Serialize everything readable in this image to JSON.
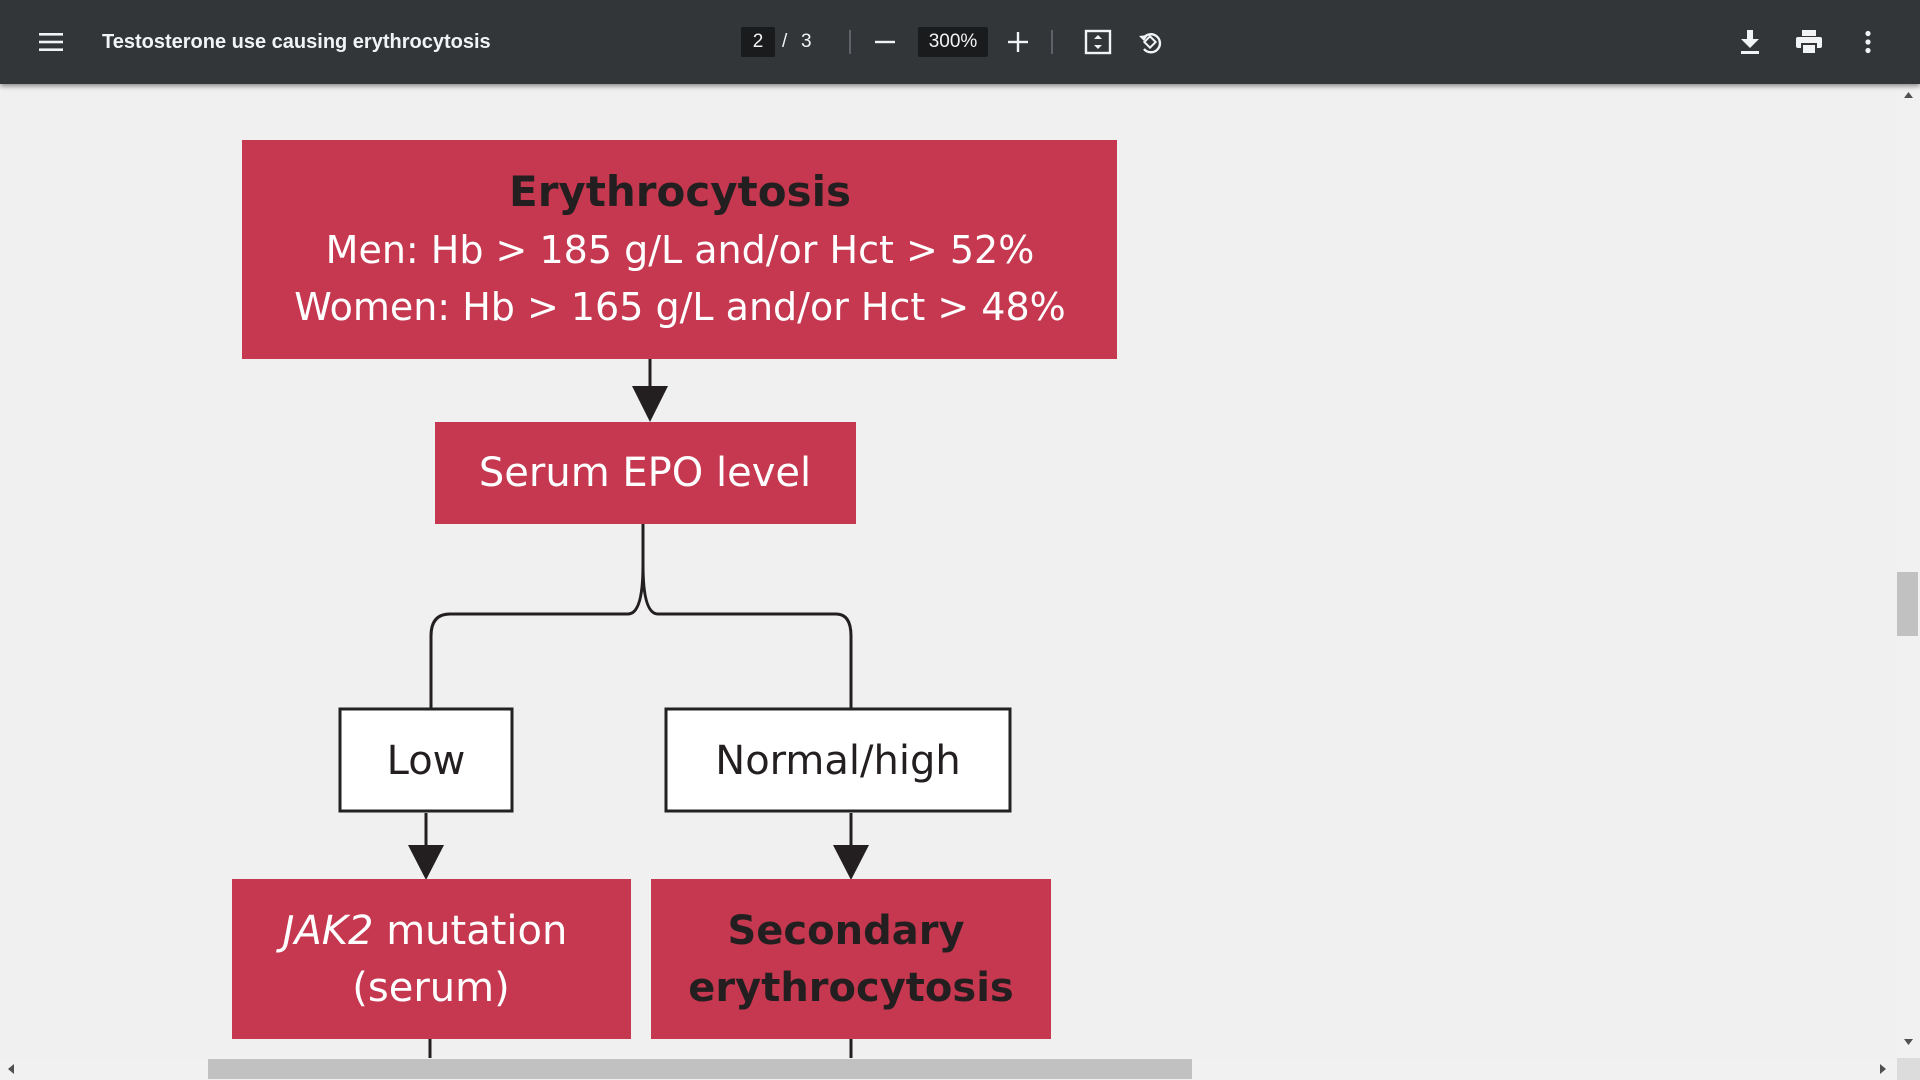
{
  "toolbar": {
    "title": "Testosterone use causing erythrocytosis",
    "current_page": "2",
    "page_separator": "/",
    "total_pages": "3",
    "zoom": "300%",
    "icons": {
      "menu": "menu-icon",
      "zoom_out": "minus-icon",
      "zoom_in": "plus-icon",
      "fit": "fit-page-icon",
      "rotate": "rotate-icon",
      "download": "download-icon",
      "print": "print-icon",
      "more": "more-vert-icon"
    }
  },
  "flowchart": {
    "top_box": {
      "title": "Erythrocytosis",
      "line1": "Men: Hb > 185 g/L and/or Hct > 52%",
      "line2": "Women: Hb > 165 g/L and/or Hct > 48%"
    },
    "epo_box": {
      "label": "Serum EPO level"
    },
    "low_box": {
      "label": "Low"
    },
    "normal_box": {
      "label": "Normal/high"
    },
    "jak2_box": {
      "italic": "JAK2",
      "line1_rest": " mutation",
      "line2": "(serum)"
    },
    "secondary_box": {
      "line1": "Secondary",
      "line2": "erythrocytosis"
    }
  },
  "colors": {
    "toolbar_bg": "#323639",
    "box_red": "#c5384f",
    "page_bg": "#f0f0f0"
  }
}
